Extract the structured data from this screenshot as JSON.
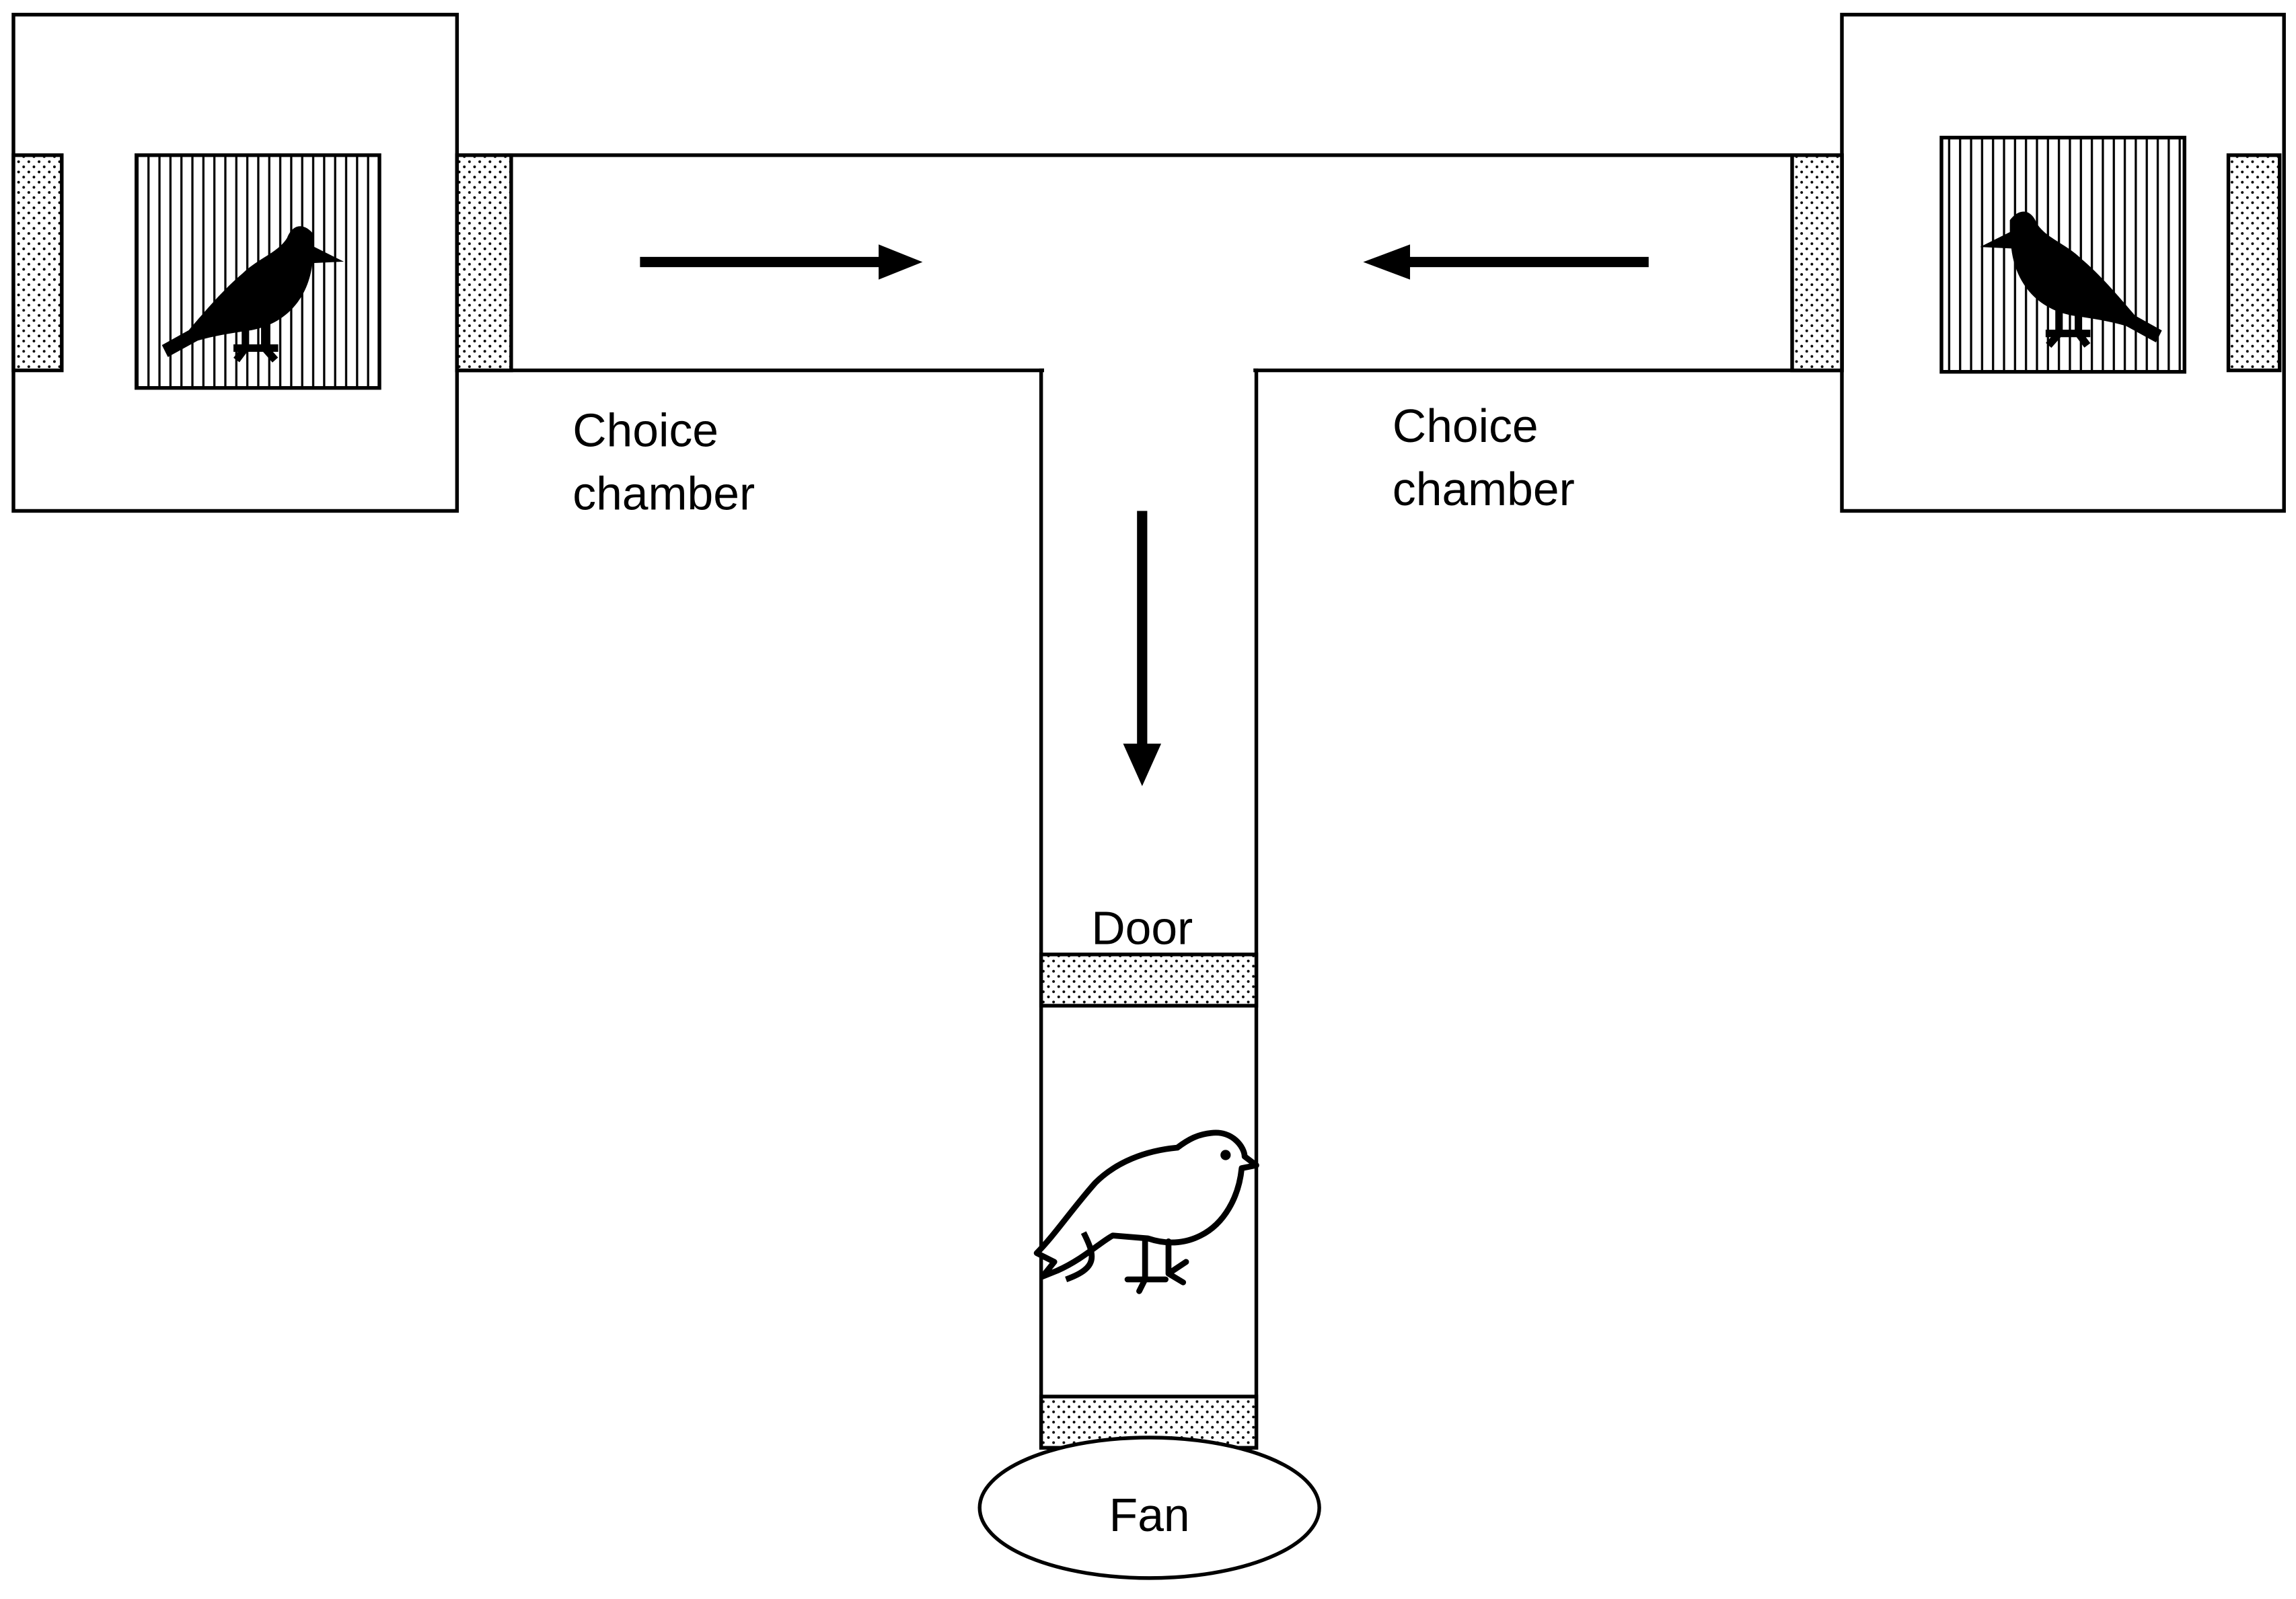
{
  "labels": {
    "choice_chamber_left": [
      "Choice",
      "chamber"
    ],
    "choice_chamber_right": [
      "Choice",
      "chamber"
    ],
    "door": "Door",
    "fan": "Fan"
  },
  "arrows": [
    "right",
    "left",
    "down"
  ],
  "icons": {
    "stimulus_bird_left": "bird-silhouette-icon",
    "stimulus_bird_right": "bird-silhouette-icon",
    "test_bird": "bird-outline-icon"
  },
  "colors": {
    "stroke": "#000000",
    "background": "#ffffff",
    "screen_dots": "#000000"
  }
}
